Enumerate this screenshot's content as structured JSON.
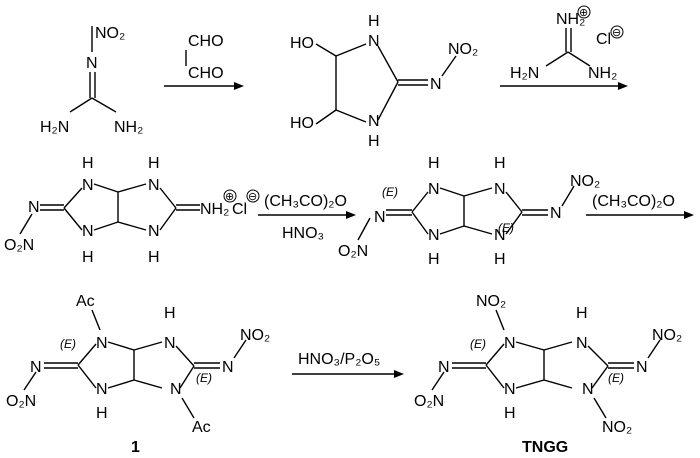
{
  "scheme": {
    "no2": "NO₂",
    "o2n": "O₂N",
    "nh2": "NH₂",
    "h2n": "H₂N",
    "n": "N",
    "h": "H",
    "ho": "HO",
    "nh2_plus": "NH₂",
    "cl": "Cl",
    "ac": "Ac",
    "e_tag": "(E)",
    "plus": "⊕",
    "minus": "⊖",
    "glyoxal_top": "CHO",
    "glyoxal_bottom": "CHO",
    "reagent_ac2o": "(CH₃CO)₂O",
    "reagent_hno3": "HNO₃",
    "reagent_nitration": "HNO₃/P₂O₅",
    "label_compound_1": "1",
    "label_tngg": "TNGG"
  }
}
